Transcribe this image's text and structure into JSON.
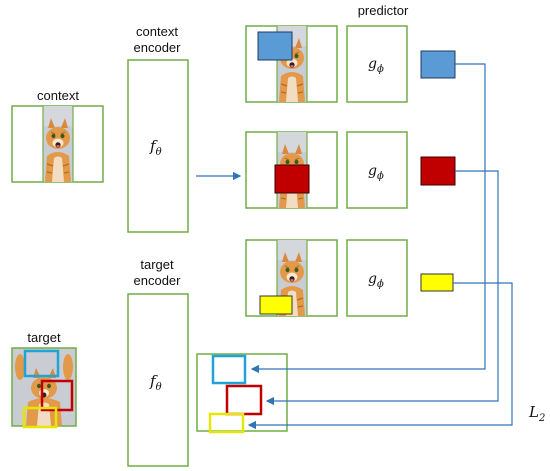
{
  "labels": {
    "predictor": "predictor",
    "context_encoder_line1": "context",
    "context_encoder_line2": "encoder",
    "context": "context",
    "target_encoder_line1": "target",
    "target_encoder_line2": "encoder",
    "target": "target"
  },
  "math": {
    "f_theta": "f",
    "f_theta_sub": "θ",
    "g_phi": "g",
    "g_phi_sub": "ϕ",
    "loss": "L",
    "loss_sub": "2"
  },
  "colors": {
    "box_border": "#70ad47",
    "arrow": "#2e75b6",
    "blue_block": "#5b9bd5",
    "red_block": "#c00000",
    "yellow_block": "#ffff00",
    "cyan_outline": "#1fa3d8",
    "red_outline": "#c00000",
    "yellow_outline": "#e6e600"
  },
  "icons": {
    "context_image": "cat-photo-icon",
    "target_image": "cat-photo-icon"
  }
}
